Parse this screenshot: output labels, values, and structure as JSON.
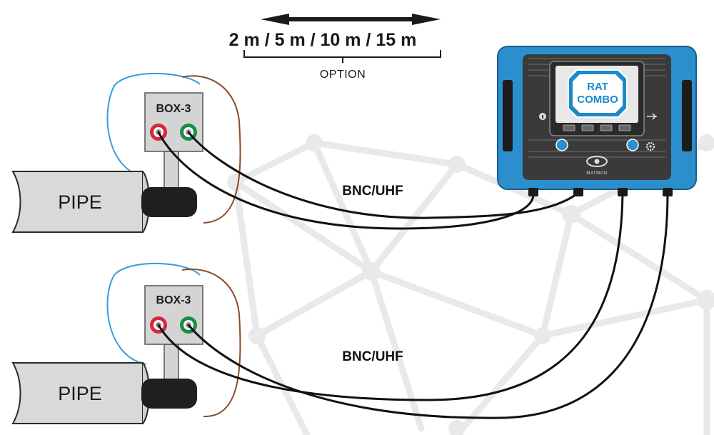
{
  "length_options": {
    "label": "2 m / 5 m / 10 m / 15 m",
    "option_label": "OPTION"
  },
  "setups": [
    {
      "pipe_label": "PIPE",
      "box_label": "BOX-3",
      "cable_label": "BNC/UHF"
    },
    {
      "pipe_label": "PIPE",
      "box_label": "BOX-3",
      "cable_label": "BNC/UHF"
    }
  ],
  "device": {
    "logo_line1": "RAT",
    "logo_line2": "COMBO",
    "brand": "MATMON"
  },
  "icons": {
    "terminal_positive": "red-terminal-icon",
    "terminal_negative": "green-terminal-icon",
    "info": "info-icon",
    "usb": "usb-icon",
    "settings": "gear-icon",
    "eye_logo": "eye-icon"
  },
  "colors": {
    "device_body": "#2b8fce",
    "device_panel": "#3a3a3a",
    "box_fill": "#d4d4d4",
    "pipe_fill": "#d9d9d9",
    "clamp": "#1f1f1f",
    "terminal_red": "#d7263d",
    "terminal_green": "#1e8a4a",
    "wire_blue": "#3a9ad9",
    "wire_brown": "#8b4a2b",
    "background_network": "#e9e9e9"
  }
}
